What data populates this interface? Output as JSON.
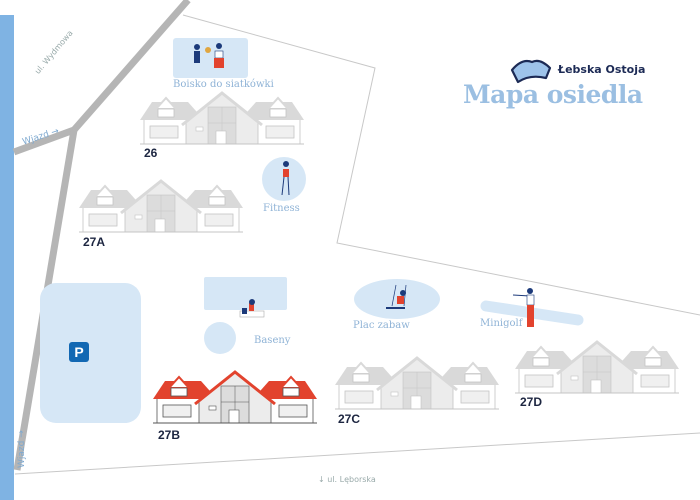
{
  "header": {
    "brand": "Łebska Ostoja",
    "title": "Mapa osiedla"
  },
  "roads": {
    "wydmowa": "ul. Wydmowa",
    "leborska": "↓ ul. Lęborska",
    "entry_top": "Wjazd →",
    "entry_bottom": "Wjazd →"
  },
  "amenities": {
    "volleyball": "Boisko do siatkówki",
    "fitness": "Fitness",
    "pools": "Baseny",
    "playground": "Plac zabaw",
    "minigolf": "Minigolf",
    "parking": "P"
  },
  "buildings": [
    {
      "id": "26",
      "highlighted": false
    },
    {
      "id": "27A",
      "highlighted": false
    },
    {
      "id": "27B",
      "highlighted": true
    },
    {
      "id": "27C",
      "highlighted": false
    },
    {
      "id": "27D",
      "highlighted": false
    }
  ],
  "colors": {
    "river": "#7fb3e3",
    "area": "#d6e7f6",
    "road": "#b5b5b5",
    "roof_highlight": "#e2432e",
    "roof": "#d9d9d9",
    "title": "#9bbfe2",
    "parking": "#1268b3"
  }
}
